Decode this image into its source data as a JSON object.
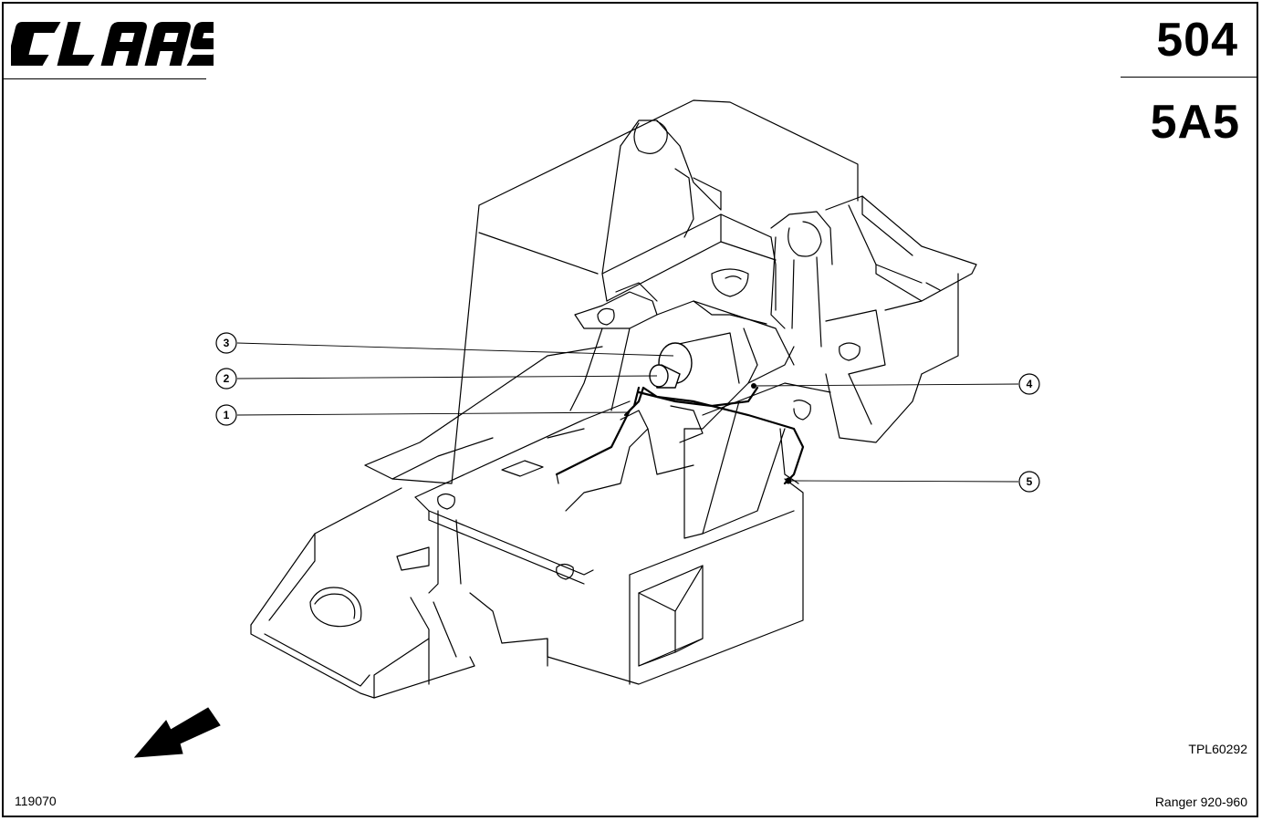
{
  "header": {
    "brand": "CLAAS",
    "group_code": "504",
    "sub_code": "5A5"
  },
  "footer": {
    "drawing_ref": "TPL60292",
    "document_number": "119070",
    "model_range": "Ranger 920-960"
  },
  "callouts": [
    {
      "label": "1"
    },
    {
      "label": "2"
    },
    {
      "label": "3"
    },
    {
      "label": "4"
    },
    {
      "label": "5"
    }
  ],
  "icons": {
    "direction": "direction-arrow-icon",
    "logo": "claas-logo"
  },
  "colors": {
    "line": "#000000",
    "background": "#ffffff"
  }
}
